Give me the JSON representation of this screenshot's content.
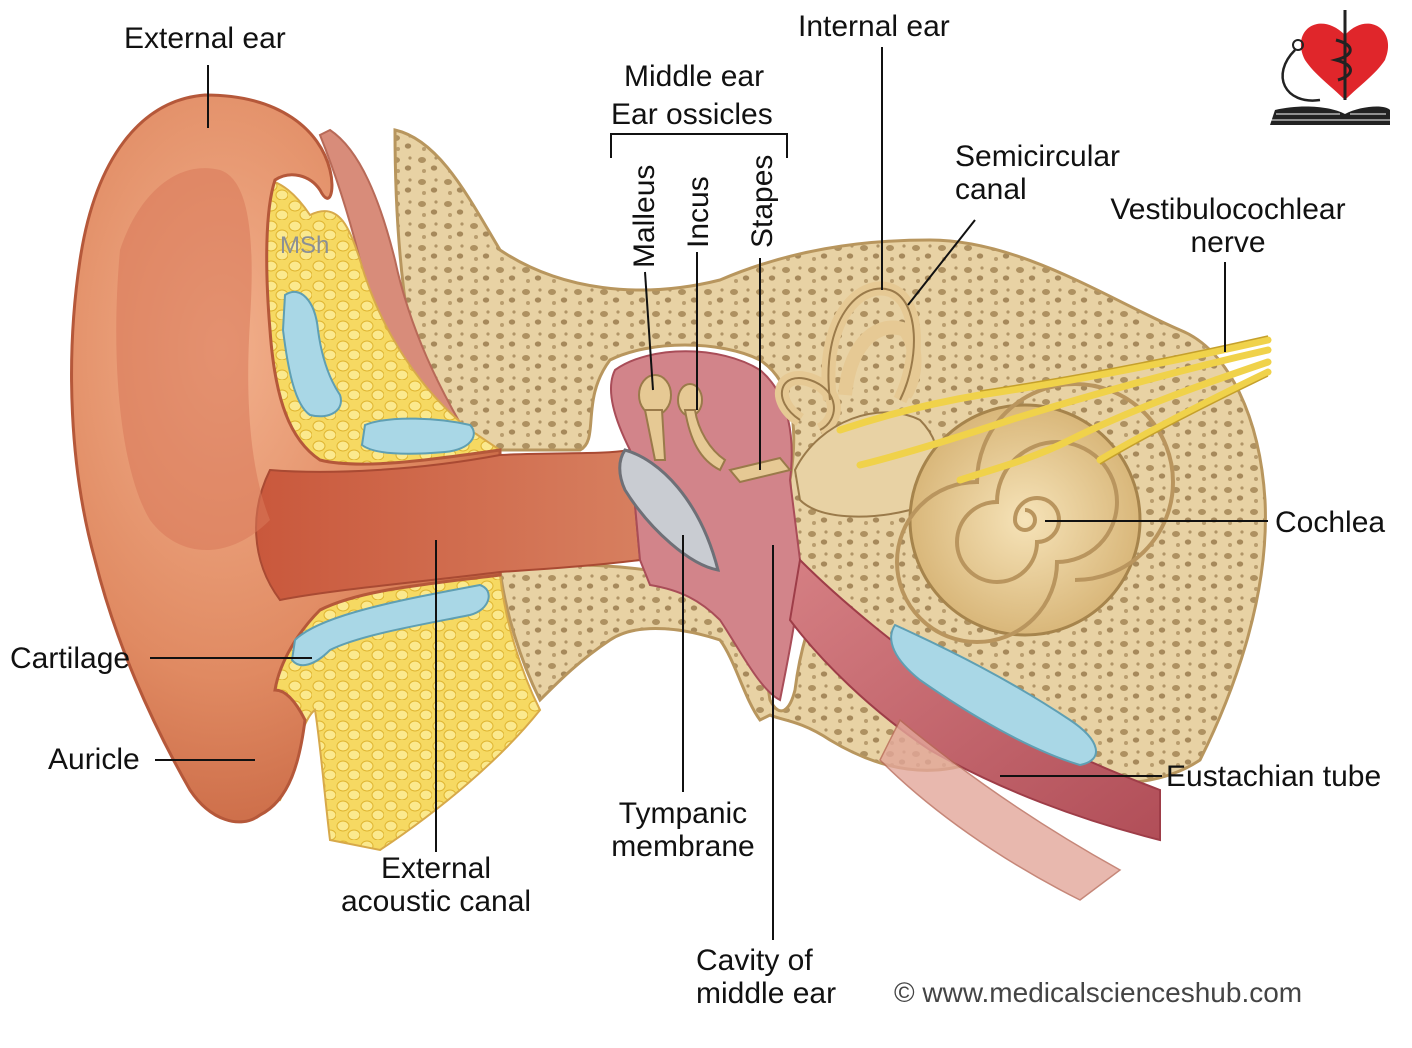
{
  "diagram": {
    "labels": {
      "external_ear": "External ear",
      "middle_ear": "Middle ear",
      "ear_ossicles": "Ear ossicles",
      "malleus": "Malleus",
      "incus": "Incus",
      "stapes": "Stapes",
      "internal_ear": "Internal ear",
      "semicircular_canal_1": "Semicircular",
      "semicircular_canal_2": "canal",
      "vestibulocochlear_1": "Vestibulocochlear",
      "vestibulocochlear_2": "nerve",
      "cochlea": "Cochlea",
      "cartilage": "Cartilage",
      "auricle": "Auricle",
      "eustachian_tube": "Eustachian tube",
      "external_canal_1": "External",
      "external_canal_2": "acoustic canal",
      "tympanic_1": "Tympanic",
      "tympanic_2": "membrane",
      "cavity_1": "Cavity of",
      "cavity_2": "middle ear"
    },
    "watermark": "MSh",
    "copyright": "© www.medicalscienceshub.com"
  },
  "colors": {
    "skin": "#e59a72",
    "skin_dark": "#c9674a",
    "fat": "#f4d45a",
    "cartilage": "#a9d7e6",
    "bone": "#e8d2a4",
    "bone_dark": "#8a6a3c",
    "membrane": "#c9ccd2",
    "mucosa": "#d87f86",
    "nerve": "#f0d24a",
    "logo_red": "#e0262b"
  }
}
